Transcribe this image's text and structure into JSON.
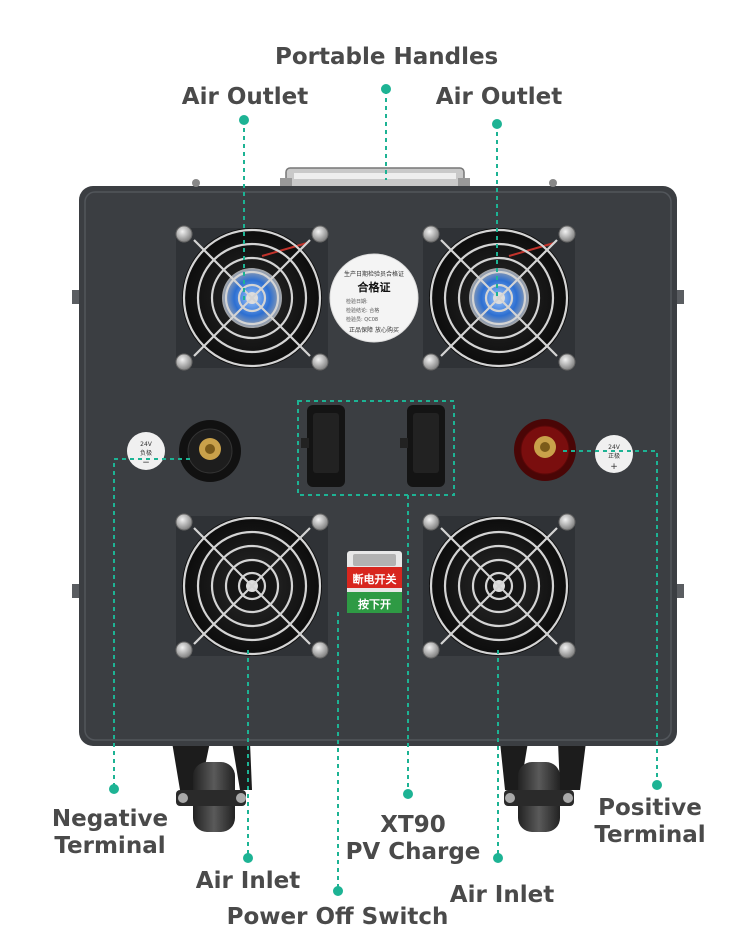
{
  "labels": {
    "portable_handles": "Portable Handles",
    "air_outlet_left": "Air Outlet",
    "air_outlet_right": "Air Outlet",
    "negative_terminal_line1": "Negative",
    "negative_terminal_line2": "Terminal",
    "positive_terminal_line1": "Positive",
    "positive_terminal_line2": "Terminal",
    "xt90_line1": "XT90",
    "xt90_line2": "PV Charge",
    "air_inlet_left": "Air Inlet",
    "air_inlet_right": "Air Inlet",
    "power_off_switch": "Power Off Switch"
  },
  "device": {
    "certificate_title": "合格证",
    "certificate_top": "生产日期检验员合格证",
    "certificate_row1": "检验日期:",
    "certificate_row2": "检验结论: 合格",
    "certificate_row3": "检验员: QC08",
    "certificate_bottom": "正品保障 放心购买",
    "switch_line1": "断电开关",
    "switch_line2": "按下开",
    "neg_sticker_voltage": "24V",
    "neg_sticker_text": "负极",
    "neg_sticker_sign": "−",
    "pos_sticker_voltage": "24V",
    "pos_sticker_text": "正极",
    "pos_sticker_sign": "+"
  },
  "colors": {
    "accent": "#1db394",
    "panel": "#3b3e42",
    "label": "#4a4a4a"
  }
}
